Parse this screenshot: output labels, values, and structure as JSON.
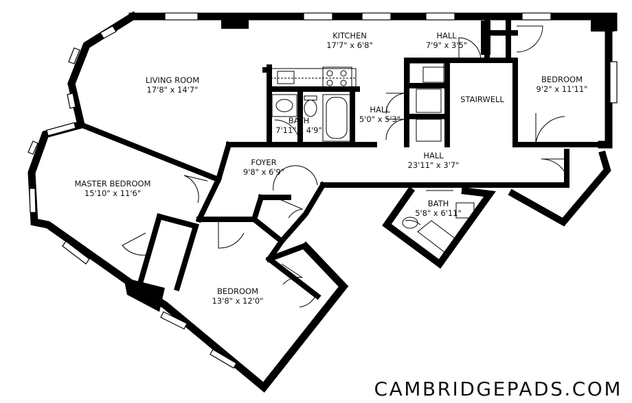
{
  "rooms": {
    "kitchen": {
      "name": "KITCHEN",
      "dims": "17'7\" x 6'8\""
    },
    "hall_top": {
      "name": "HALL",
      "dims": "7'9\" x 3'5\""
    },
    "living_room": {
      "name": "LIVING ROOM",
      "dims": "17'8\" x 14'7\""
    },
    "bedroom_right": {
      "name": "BEDROOM",
      "dims": "9'2\" x 11'11\""
    },
    "stairwell": {
      "name": "STAIRWELL"
    },
    "hall_middle": {
      "name": "HALL",
      "dims": "5'0\" x 5'3\""
    },
    "bath_center": {
      "name": "BATH",
      "dims": "7'11\" x 4'9\""
    },
    "foyer": {
      "name": "FOYER",
      "dims": "9'8\" x 6'9\""
    },
    "hall_long": {
      "name": "HALL",
      "dims": "23'11\" x 3'7\""
    },
    "master_bedroom": {
      "name": "MASTER BEDROOM",
      "dims": "15'10\" x 11'6\""
    },
    "bath_small": {
      "name": "BATH",
      "dims": "5'8\" x 6'11\""
    },
    "bedroom_bottom": {
      "name": "BEDROOM",
      "dims": "13'8\" x 12'0\""
    }
  },
  "brand": "CAMBRIDGEPADS.COM"
}
